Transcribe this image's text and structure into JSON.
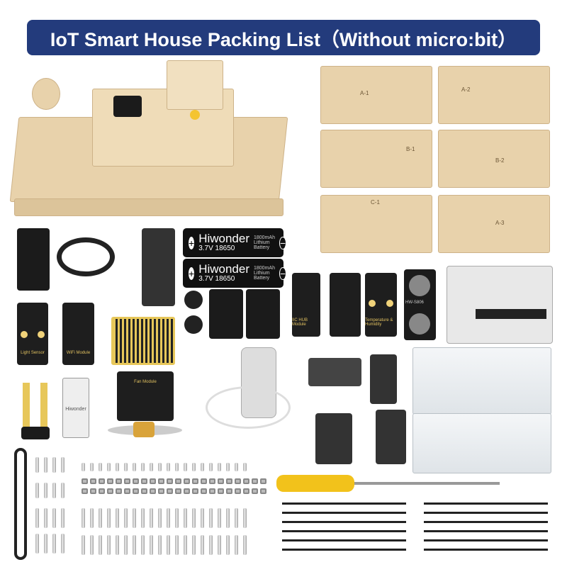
{
  "title": "IoT Smart House Packing List（Without micro:bit）",
  "colors": {
    "title_bg": "#233b7c",
    "wood": "#e8d2ab",
    "module": "#1e1e1e"
  },
  "boards": [
    "A-1",
    "A-2",
    "B-1",
    "B-2",
    "C-1",
    "A-3"
  ],
  "battery": {
    "brand": "Hiwonder",
    "spec": "3.7V 18650",
    "capacity": "1800mAh",
    "type": "Lithium Battery",
    "plus": "+",
    "minus": "−"
  },
  "modules": {
    "light_sensor": "Light Sensor",
    "wifi": "WiFi Module",
    "temp_humidity": "Temperature & Humidity",
    "iic_hub": "IIC HUB Module",
    "ultrasonic": "HW-S806",
    "led_brand": "Hiwonder",
    "fan": "Fan Module"
  }
}
